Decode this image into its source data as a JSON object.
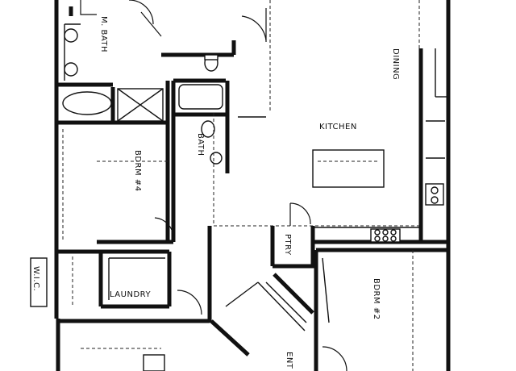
{
  "rooms": {
    "master_bath": "M. BATH",
    "dining": "DINING",
    "kitchen": "KITCHEN",
    "bath": "BATH",
    "bedroom4": "BDRM #4",
    "laundry": "LAUNDRY",
    "wic": "W.I.C.",
    "entry": "ENT",
    "bedroom2": "BDRM #2",
    "pantry": "PTRY"
  }
}
